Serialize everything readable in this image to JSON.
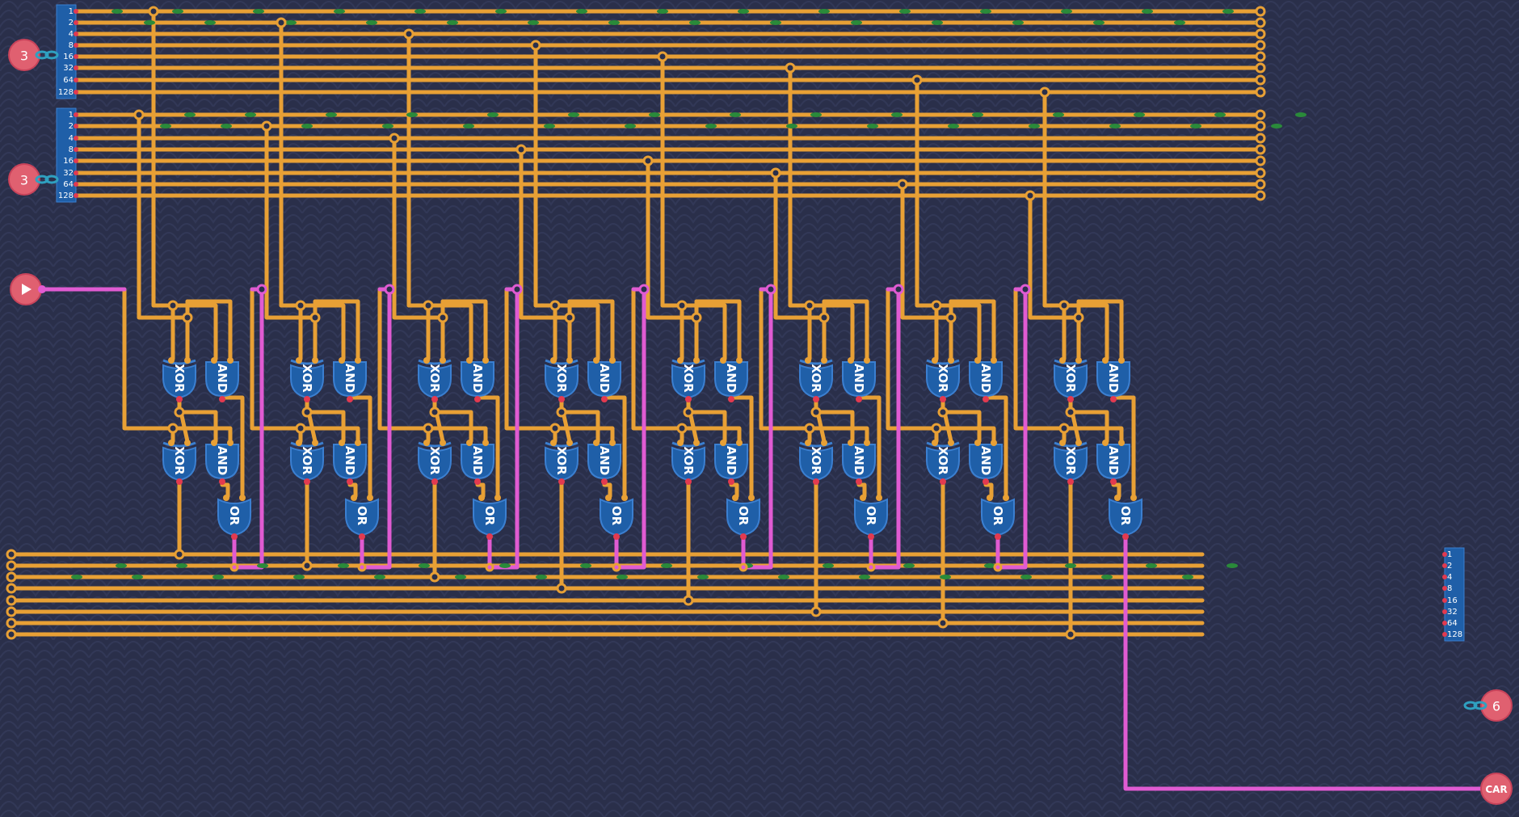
{
  "colors": {
    "background": "#2a2f4a",
    "pattern": "#323857",
    "wire": "#e8a035",
    "signal_wire": "#e05bd2",
    "gate_fill": "#1f5fa8",
    "gate_stroke": "#3b7fd0",
    "port_in": "#e8a035",
    "port_out": "#e23a50",
    "io_pin": "#e06070",
    "io_pin_dark": "#c8435a",
    "bus_block": "#1f5fa8",
    "flow_marker": "#2a8a3a"
  },
  "inputs": {
    "byte_a": {
      "label": "3",
      "icon": "link-icon"
    },
    "byte_b": {
      "label": "3",
      "icon": "link-icon"
    },
    "carry_in": {
      "icon": "play-icon"
    }
  },
  "outputs": {
    "sum_byte": {
      "label": "6",
      "icon": "link-icon"
    },
    "carry_out": {
      "label": "CAR"
    }
  },
  "bus_bits": [
    "1",
    "2",
    "4",
    "8",
    "16",
    "32",
    "64",
    "128"
  ],
  "output_bus_bits": [
    "1",
    "2",
    "4",
    "8",
    "16",
    "32",
    "64",
    "128"
  ],
  "gate_labels": {
    "xor": "XOR",
    "and": "AND",
    "or": "OR"
  },
  "full_adder_count": 8
}
